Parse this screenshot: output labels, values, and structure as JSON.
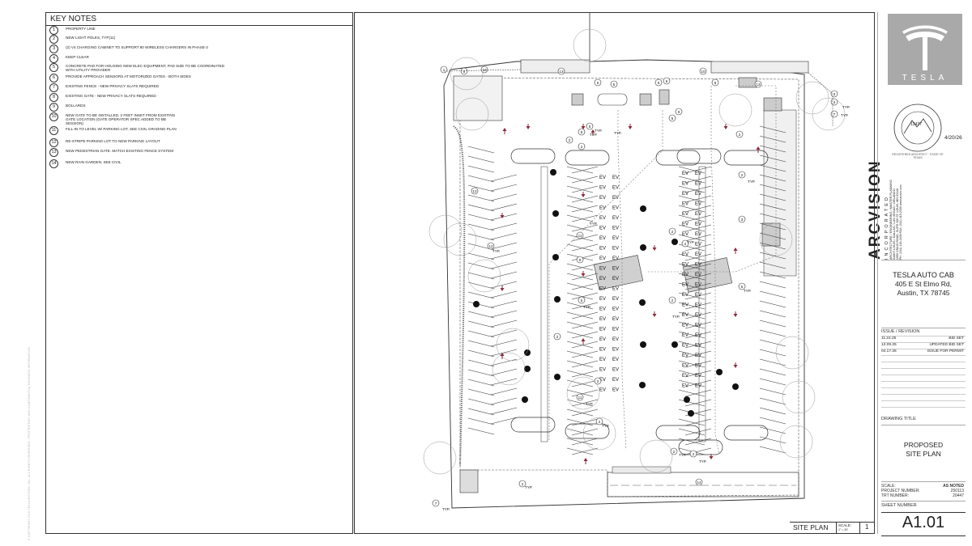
{
  "key_notes": {
    "title": "KEY NOTES",
    "items": [
      {
        "num": "1",
        "text": "PROPERTY LINE"
      },
      {
        "num": "2",
        "text": "NEW LIGHT POLES, TYP(11)"
      },
      {
        "num": "3",
        "text": "(2) V4 CHARGING CABINET TO SUPPORT 80 WIRELESS CHARGERS IN PHASE-2"
      },
      {
        "num": "4",
        "text": "KEEP CLEAR"
      },
      {
        "num": "5",
        "text": "CONCRETE PAD FOR HOUSING NEW ELEC EQUIPMENT, PAD SIZE TO BE COORDINATED\nWITH UTILITY PROVIDER"
      },
      {
        "num": "6",
        "text": "PROVIDE APPROACH SENSORS AT MOTORIZED GATES - BOTH SIDES"
      },
      {
        "num": "7",
        "text": "EXISTING FENCE - NEW PRIVACY SLATS REQUIRED"
      },
      {
        "num": "8",
        "text": "EXISTING GATE - NEW PRIVACY SLATS REQUIRED"
      },
      {
        "num": "9",
        "text": "BOLLARDS"
      },
      {
        "num": "10",
        "text": "NEW GATE TO BE INSTALLED, 2 FEET INSET FROM EXISTING\nGATE LOCATION (GATE OPERATOR SPEC ADDED TO BB\nSESSION)"
      },
      {
        "num": "11",
        "text": "FILL-IN TO LEVEL W/ PARKING LOT, SEE CIVIL GRADING PLAN"
      },
      {
        "num": "12",
        "text": "RE-STRIPE PARKING LOT TO NEW PARKING LAYOUT"
      },
      {
        "num": "13",
        "text": "NEW PEDESTRIAN GATE. MATCH EXISTING FENCE SYSTEM"
      },
      {
        "num": "14",
        "text": "NEW RAIN GARDEN. SEE CIVIL"
      }
    ]
  },
  "plan": {
    "ev_label": "EV",
    "typ_label": "TYP.",
    "callouts": [
      "1",
      "2",
      "3",
      "4",
      "5",
      "6",
      "7",
      "8",
      "9",
      "10",
      "11",
      "12",
      "13",
      "14"
    ]
  },
  "sheet_footer": {
    "label": "SITE PLAN",
    "scale_label": "SCALE:",
    "scale_value": "1\" = 20'",
    "number": "1"
  },
  "title_block": {
    "brand": "TESLA",
    "stamp_date": "4/20/26",
    "stamp_ring": "REGISTERED ARCHITECT · STATE OF TEXAS",
    "stamp_number": "13437",
    "architect_name": "ARCVISION",
    "architect_tag": "INCORPORATED",
    "architect_services": "ARCHITECTURE / ENGINEERING / MASTER PLANNING",
    "architect_cities": "SAINT LOUIS / DALLAS / LAS VEGAS / ORLANDO",
    "architect_address": "1950 CRAIG ROAD, SUITE 300   ST. LOUIS, MO 63146",
    "architect_phone": "PH: (314) 415-2400   FAX: (314) 415-2300   www.arcvis.com",
    "project_name": "TESLA AUTO CAB",
    "project_address1": "405 E St Elmo Rd,",
    "project_address2": "Austin, TX 78745",
    "issue_header": "ISSUE / REVISION",
    "revisions": [
      {
        "date": "11.24.25",
        "desc": "BID SET"
      },
      {
        "date": "12.09.25",
        "desc": "UPDATED  BID SET"
      },
      {
        "date": "04.17.26",
        "desc": "ISSUE FOR PERMIT"
      }
    ],
    "drawing_title_label": "DRAWING TITLE",
    "drawing_title_line1": "PROPOSED",
    "drawing_title_line2": "SITE PLAN",
    "scale_label": "SCALE:",
    "scale_value": "AS NOTED",
    "project_number_label": "PROJECT NUMBER:",
    "project_number": "250113",
    "trt_number_label": "TRT NUMBER:",
    "trt_number": "20447",
    "sheet_number_label": "SHEET NUMBER",
    "sheet_number": "A1.01"
  },
  "copyright": "© COPYRIGHT 2016 TESLA MOTORS, INC. ALL RIGHTS RESERVED - PROPRIETARY AND CONFIDENTIAL BUSINESS INFORMATION",
  "colors": {
    "line": "#333333",
    "grid": "#888888",
    "arrow": "#8b2a3b",
    "ink": "#111111"
  }
}
